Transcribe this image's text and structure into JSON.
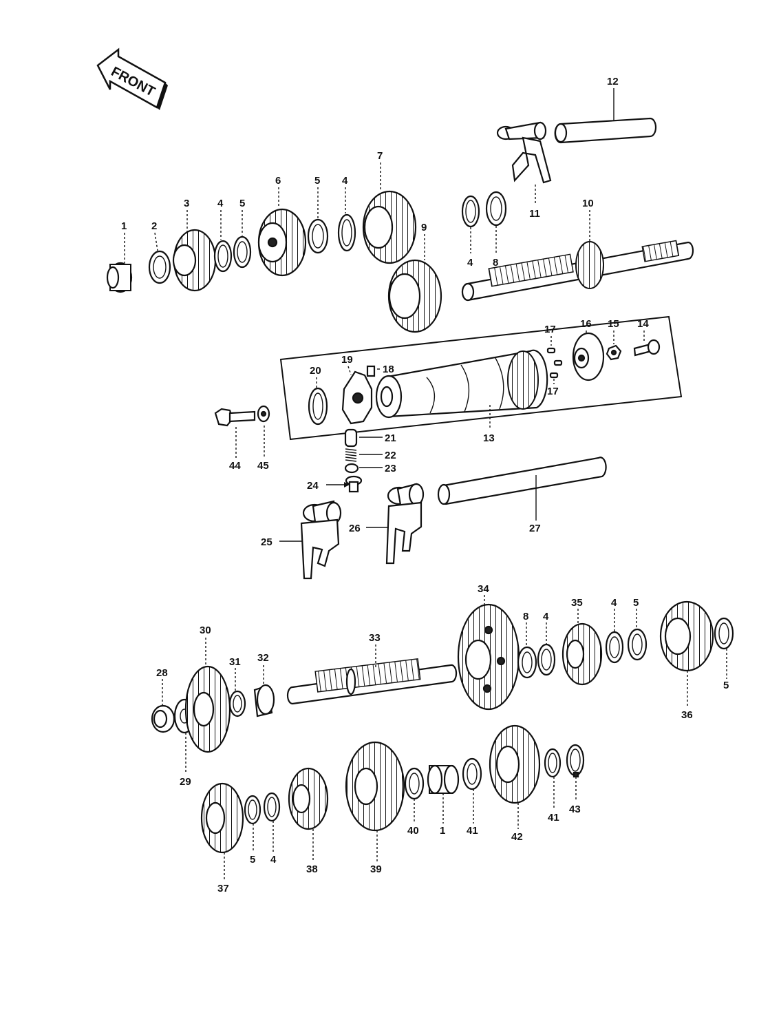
{
  "front_label": "FRONT",
  "labels": [
    {
      "id": "l1a",
      "text": "1"
    },
    {
      "id": "l2",
      "text": "2"
    },
    {
      "id": "l3",
      "text": "3"
    },
    {
      "id": "l4a",
      "text": "4"
    },
    {
      "id": "l5a",
      "text": "5"
    },
    {
      "id": "l6",
      "text": "6"
    },
    {
      "id": "l5b",
      "text": "5"
    },
    {
      "id": "l4b",
      "text": "4"
    },
    {
      "id": "l7",
      "text": "7"
    },
    {
      "id": "l9",
      "text": "9"
    },
    {
      "id": "l4c",
      "text": "4"
    },
    {
      "id": "l8a",
      "text": "8"
    },
    {
      "id": "l11",
      "text": "11"
    },
    {
      "id": "l12",
      "text": "12"
    },
    {
      "id": "l10",
      "text": "10"
    },
    {
      "id": "l17a",
      "text": "17"
    },
    {
      "id": "l16",
      "text": "16"
    },
    {
      "id": "l15",
      "text": "15"
    },
    {
      "id": "l14",
      "text": "14"
    },
    {
      "id": "l17b",
      "text": "17"
    },
    {
      "id": "l20",
      "text": "20"
    },
    {
      "id": "l19",
      "text": "19"
    },
    {
      "id": "l18",
      "text": "18"
    },
    {
      "id": "l13",
      "text": "13"
    },
    {
      "id": "l21",
      "text": "21"
    },
    {
      "id": "l22",
      "text": "22"
    },
    {
      "id": "l23",
      "text": "23"
    },
    {
      "id": "l24",
      "text": "24"
    },
    {
      "id": "l44",
      "text": "44"
    },
    {
      "id": "l45",
      "text": "45"
    },
    {
      "id": "l25",
      "text": "25"
    },
    {
      "id": "l26",
      "text": "26"
    },
    {
      "id": "l27",
      "text": "27"
    },
    {
      "id": "l34",
      "text": "34"
    },
    {
      "id": "l8b",
      "text": "8"
    },
    {
      "id": "l4d",
      "text": "4"
    },
    {
      "id": "l35",
      "text": "35"
    },
    {
      "id": "l4e",
      "text": "4"
    },
    {
      "id": "l5c",
      "text": "5"
    },
    {
      "id": "l5d",
      "text": "5"
    },
    {
      "id": "l36",
      "text": "36"
    },
    {
      "id": "l30",
      "text": "30"
    },
    {
      "id": "l33",
      "text": "33"
    },
    {
      "id": "l31",
      "text": "31"
    },
    {
      "id": "l32",
      "text": "32"
    },
    {
      "id": "l28",
      "text": "28"
    },
    {
      "id": "l29",
      "text": "29"
    },
    {
      "id": "l37",
      "text": "37"
    },
    {
      "id": "l5e",
      "text": "5"
    },
    {
      "id": "l4f",
      "text": "4"
    },
    {
      "id": "l38",
      "text": "38"
    },
    {
      "id": "l39",
      "text": "39"
    },
    {
      "id": "l40",
      "text": "40"
    },
    {
      "id": "l1b",
      "text": "1"
    },
    {
      "id": "l41a",
      "text": "41"
    },
    {
      "id": "l42",
      "text": "42"
    },
    {
      "id": "l41b",
      "text": "41"
    },
    {
      "id": "l43",
      "text": "43"
    }
  ]
}
